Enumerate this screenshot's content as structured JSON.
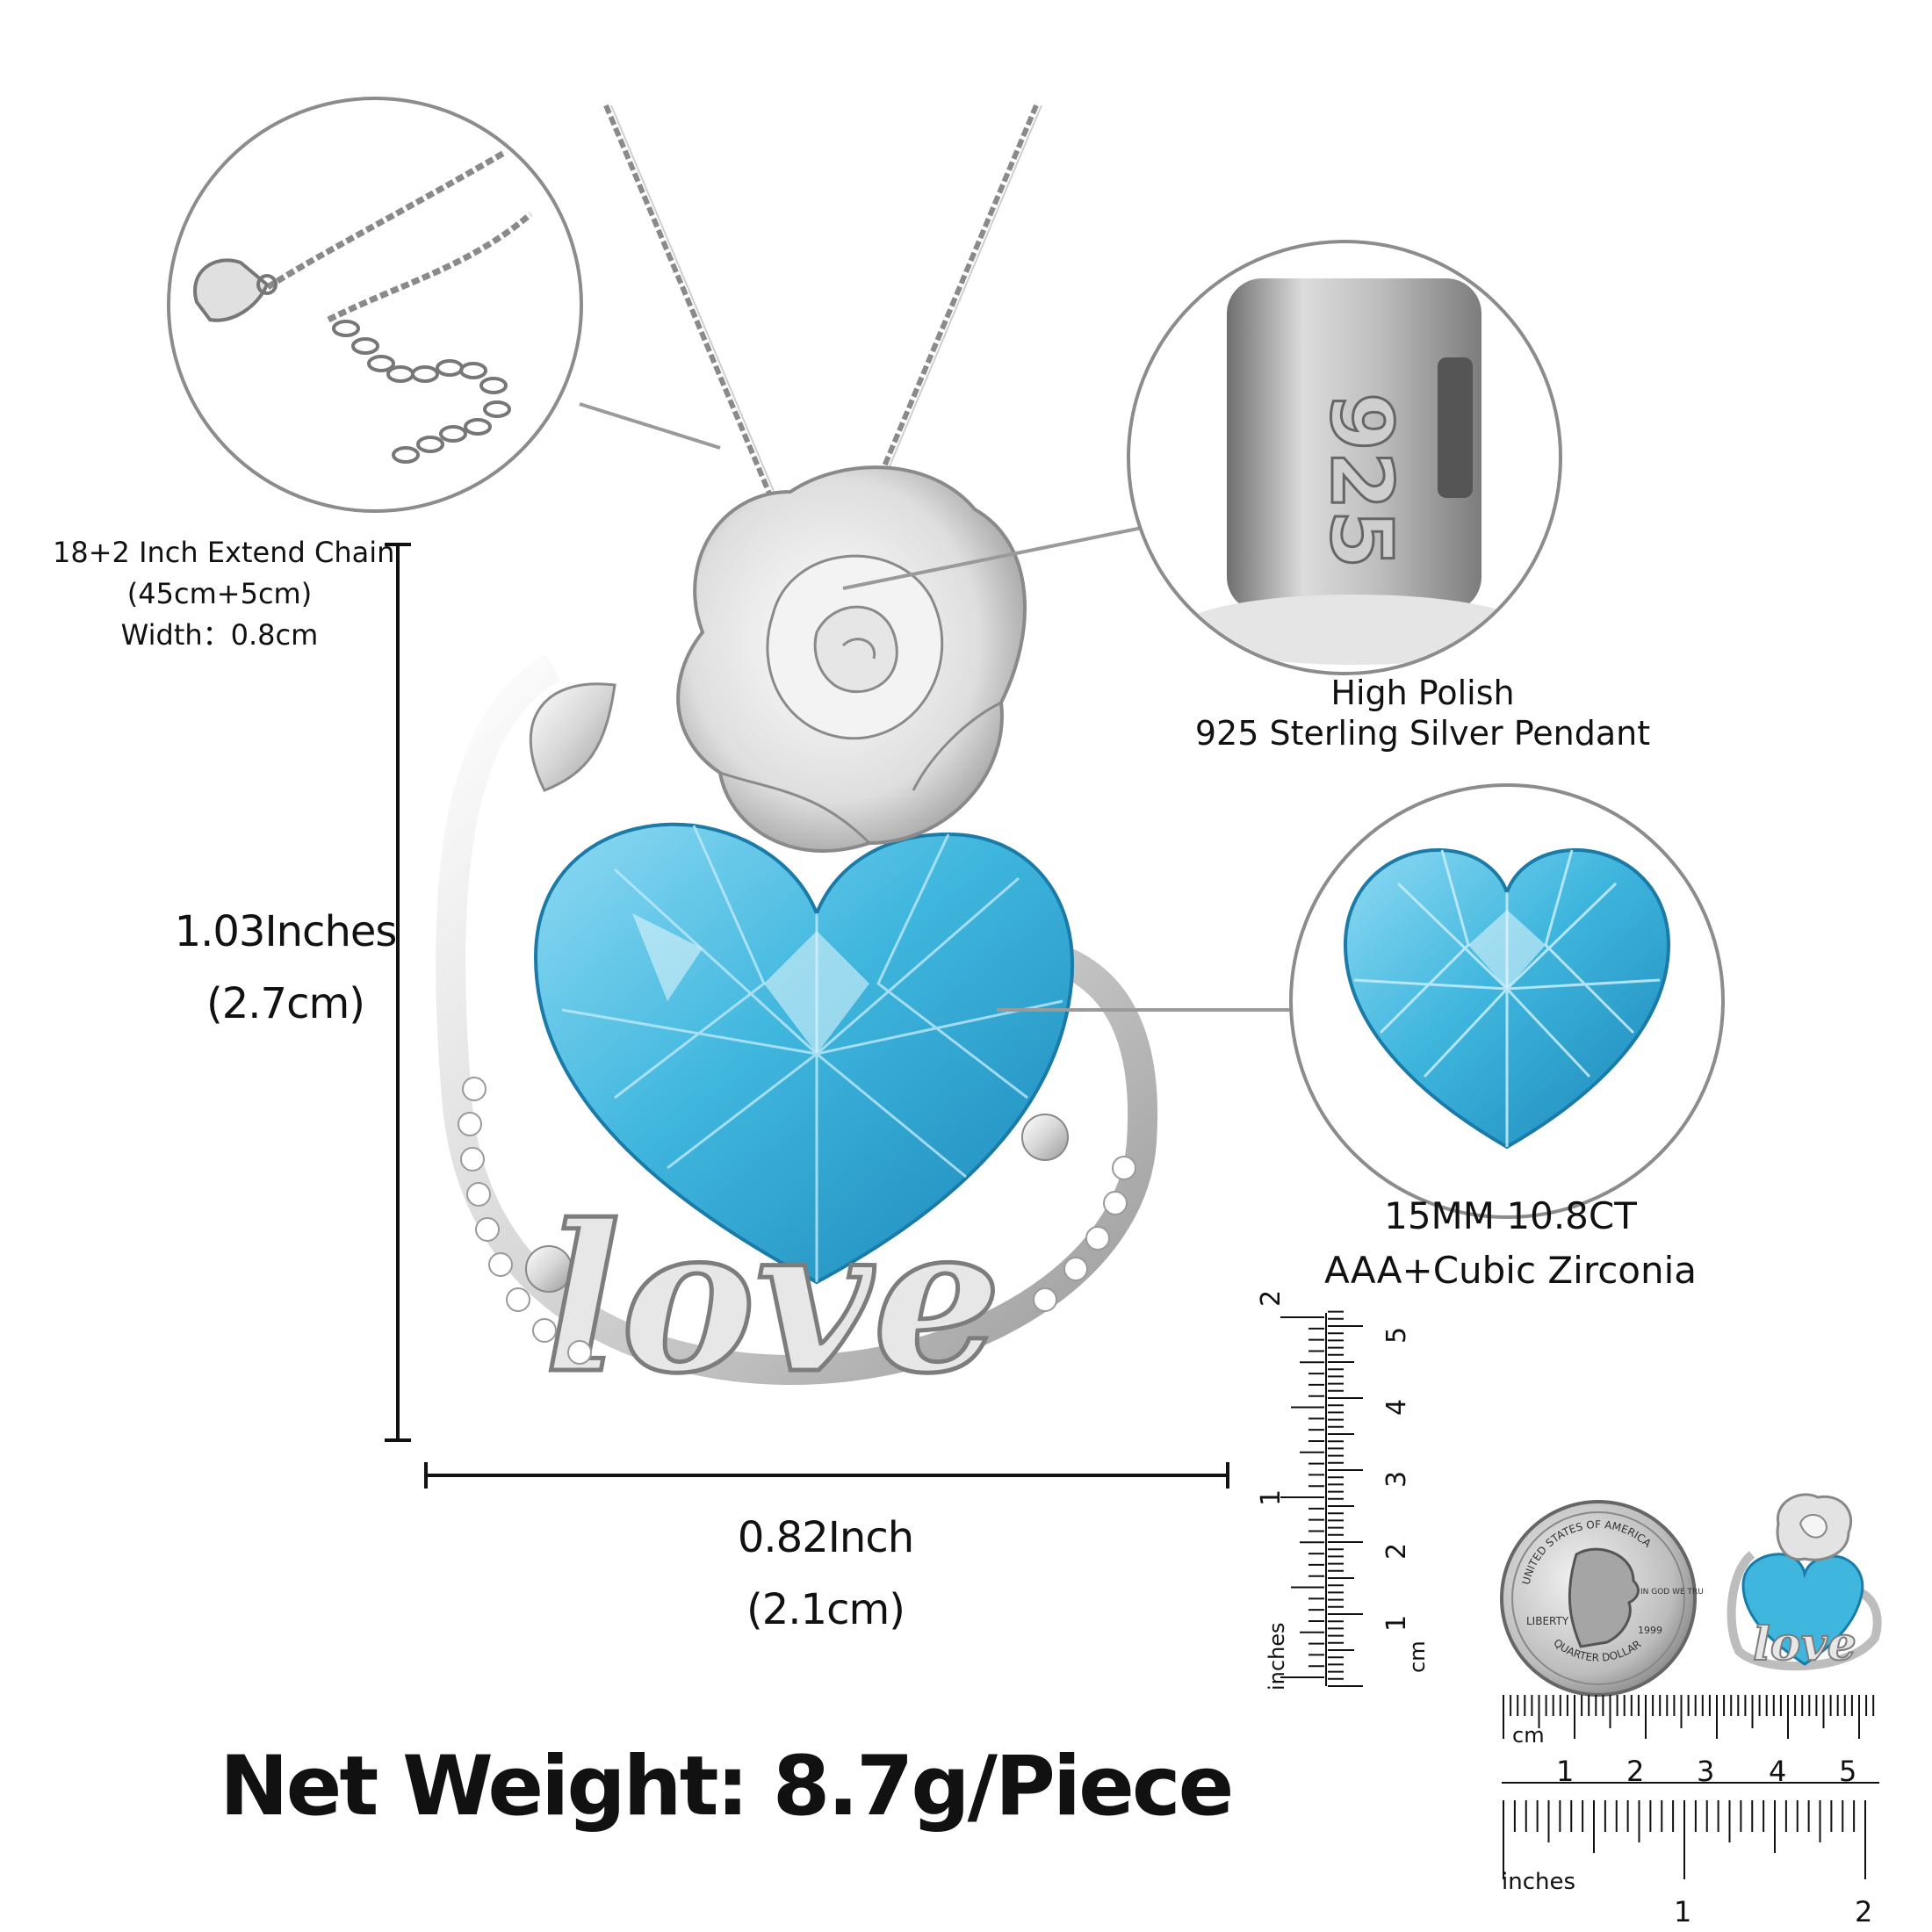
{
  "chain_spec": {
    "line1": "18+2 Inch Extend Chain",
    "line2": "(45cm+5cm)",
    "line3": "Width：0.8cm"
  },
  "height_dim": {
    "inches": "1.03Inches",
    "cm": "(2.7cm)"
  },
  "width_dim": {
    "inches": "0.82Inch",
    "cm": "(2.1cm)"
  },
  "stamp_text": "925",
  "silver_label": {
    "line1": "High Polish",
    "line2": "925 Sterling Silver Pendant"
  },
  "stone_label": {
    "line1": "15MM 10.8CT",
    "line2": "AAA+Cubic Zirconia"
  },
  "net_weight": "Net Weight: 8.7g/Piece",
  "pendant_word": "love",
  "coin": {
    "top_text": "UNITED STATES OF AMERICA",
    "left_text": "LIBERTY",
    "bottom_text": "QUARTER DOLLAR",
    "motto": "IN GOD WE TRUST",
    "year": "1999"
  },
  "vertical_ruler": {
    "inch_labels": [
      "1",
      "2"
    ],
    "cm_labels": [
      "1",
      "2",
      "3",
      "4",
      "5"
    ],
    "inch_unit": "inches",
    "cm_unit": "cm"
  },
  "horizontal_ruler": {
    "cm_labels": [
      "1",
      "2",
      "3",
      "4",
      "5"
    ],
    "inch_labels": [
      "1",
      "2"
    ],
    "cm_unit": "cm",
    "inch_unit": "inches"
  },
  "colors": {
    "gem": "#3fb6de",
    "gem_dark": "#1e8fc0",
    "gem_light": "#9fe0f5",
    "silver": "#d9d9d9",
    "silver_dark": "#8a8a8a",
    "circle_border": "#8c8c8c"
  }
}
